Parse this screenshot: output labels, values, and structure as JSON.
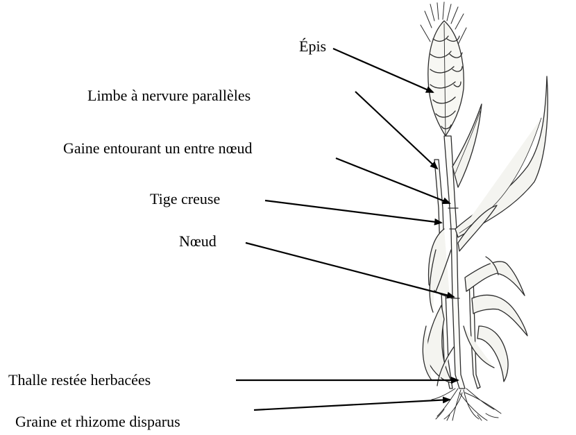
{
  "labels": {
    "epis": "Épis",
    "limbe": "Limbe à nervure parallèles",
    "gaine": "Gaine entourant un entre nœud",
    "tige": "Tige creuse",
    "noeud": "Nœud",
    "thalle": "Thalle restée herbacées",
    "graine": "Graine et rhizome disparus"
  },
  "colors": {
    "ink": "#000000",
    "plant_stroke": "#2b2b2b",
    "plant_fill": "#f4f4f0"
  }
}
